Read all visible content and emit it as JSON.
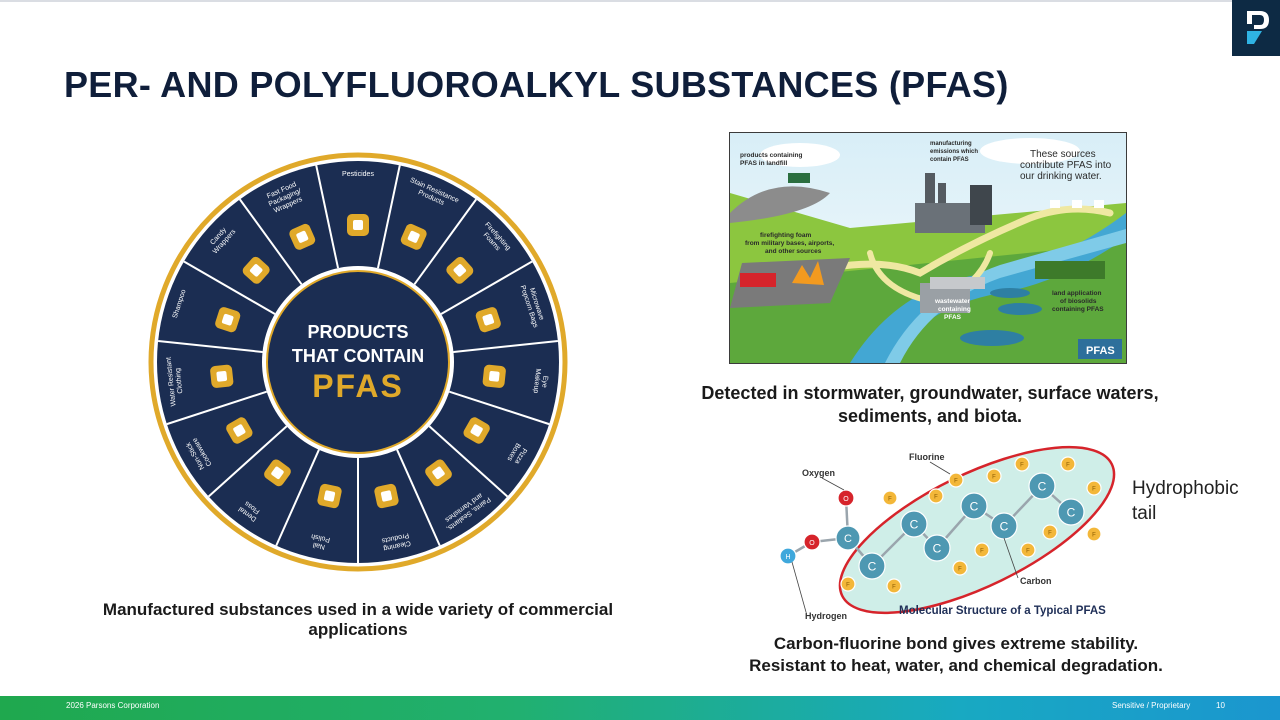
{
  "slide": {
    "title": "PER- AND POLYFLUOROALKYL SUBSTANCES (PFAS)"
  },
  "wheel": {
    "center_lines": [
      "PRODUCTS",
      "THAT CONTAIN",
      "PFAS"
    ],
    "segments": [
      {
        "lines": [
          "Pesticides"
        ],
        "icon": "spray-bottle-icon"
      },
      {
        "lines": [
          "Stain Resistance",
          "Products"
        ],
        "icon": "spray-hand-icon"
      },
      {
        "lines": [
          "Firefighting",
          "Foams"
        ],
        "icon": "fire-icon"
      },
      {
        "lines": [
          "Microwave",
          "Popcorn Bags"
        ],
        "icon": "popcorn-bag-icon"
      },
      {
        "lines": [
          "Eye",
          "Makeup"
        ],
        "icon": "mascara-icon"
      },
      {
        "lines": [
          "Pizza",
          "Boxes"
        ],
        "icon": "pizza-box-icon"
      },
      {
        "lines": [
          "Paints, Sealants,",
          "and Varnishes"
        ],
        "icon": "paint-can-icon"
      },
      {
        "lines": [
          "Cleaning",
          "Products"
        ],
        "icon": "cleaning-spray-icon"
      },
      {
        "lines": [
          "Nail",
          "Polish"
        ],
        "icon": "nail-polish-icon"
      },
      {
        "lines": [
          "Dental",
          "Floss"
        ],
        "icon": "dental-floss-icon"
      },
      {
        "lines": [
          "Non-Stick",
          "Cookware"
        ],
        "icon": "frying-pan-icon"
      },
      {
        "lines": [
          "Water Resistant",
          "Clothing"
        ],
        "icon": "jacket-icon"
      },
      {
        "lines": [
          "Shampoo"
        ],
        "icon": "shampoo-icon"
      },
      {
        "lines": [
          "Candy",
          "Wrappers"
        ],
        "icon": "candy-icon"
      },
      {
        "lines": [
          "Fast Food",
          "Packaging/",
          "Wrappers"
        ],
        "icon": "food-box-icon"
      }
    ]
  },
  "left_caption": [
    "Manufactured substances used in a wide variety of commercial",
    "applications"
  ],
  "scene": {
    "labels": {
      "landfill": [
        "products containing",
        "PFAS in landfill"
      ],
      "emissions": [
        "manufacturing",
        "emissions which",
        "contain PFAS"
      ],
      "sources": [
        "These sources",
        "contribute PFAS into",
        "our drinking water."
      ],
      "foam": [
        "firefighting foam",
        "from military bases, airports,",
        "and other sources"
      ],
      "wastewater": [
        "wastewater",
        "containing",
        "PFAS"
      ],
      "biosolids": [
        "land application",
        "of biosolids",
        "containing PFAS"
      ],
      "badge": "PFAS"
    }
  },
  "right_caption_top": [
    "Detected in stormwater, groundwater, surface waters,",
    "sediments, and biota."
  ],
  "molecule": {
    "labels": {
      "oxygen": "Oxygen",
      "fluorine": "Fluorine",
      "carbon": "Carbon",
      "hydrogen": "Hydrogen",
      "title": "Molecular Structure of a Typical PFAS"
    },
    "atom_symbols": {
      "carbon": "C",
      "fluorine": "F",
      "oxygen": "O",
      "hydrogen": "H"
    }
  },
  "hydrophobic_label": [
    "Hydrophobic",
    "tail"
  ],
  "right_caption_bottom": [
    "Carbon-fluorine bond gives extreme stability.",
    "Resistant to heat, water, and chemical degradation."
  ],
  "footer": {
    "copyright": "2026 Parsons Corporation",
    "classification": "Sensitive / Proprietary",
    "page": "10"
  },
  "colors": {
    "navy": "#1b2d52",
    "gold": "#e0a92a",
    "title": "#0f1e3a",
    "ellipse_fill": "#cfeee8",
    "ellipse_stroke": "#d6242b",
    "carbon": "#4e98b2",
    "fluorine": "#f3b739"
  }
}
